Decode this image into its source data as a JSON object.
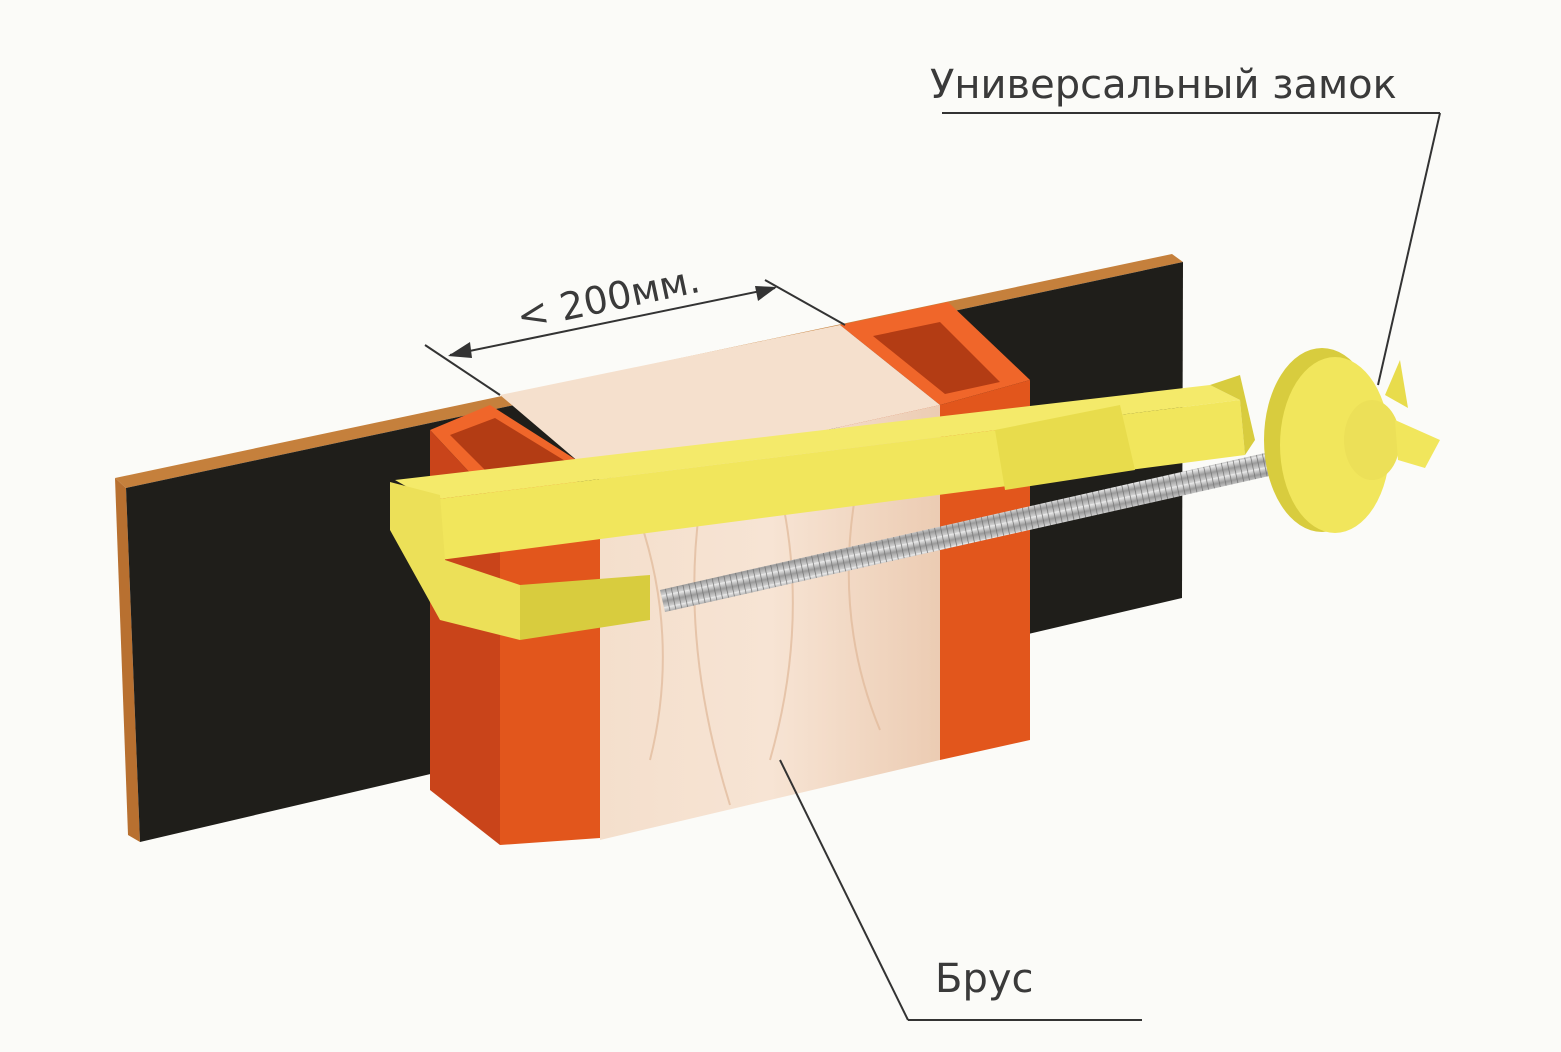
{
  "labels": {
    "lock": "Универсальный замок",
    "beam": "Брус",
    "dimension": "< 200мм."
  },
  "colors": {
    "background": "#fbfbf8",
    "panel_dark": "#1f1e1a",
    "panel_edge": "#c5803c",
    "brick_front": "#e2561c",
    "brick_side": "#c9441a",
    "brick_top": "#f0662a",
    "wood": "#f2d9c2",
    "wood_shade": "#e8c7ac",
    "clamp_yellow": "#f1e65c",
    "clamp_shade": "#d8cc3e",
    "rod_metal": "#a8a8a8",
    "leader_line": "#333333"
  },
  "icons": {
    "lock": "wingnut-lock-icon"
  }
}
